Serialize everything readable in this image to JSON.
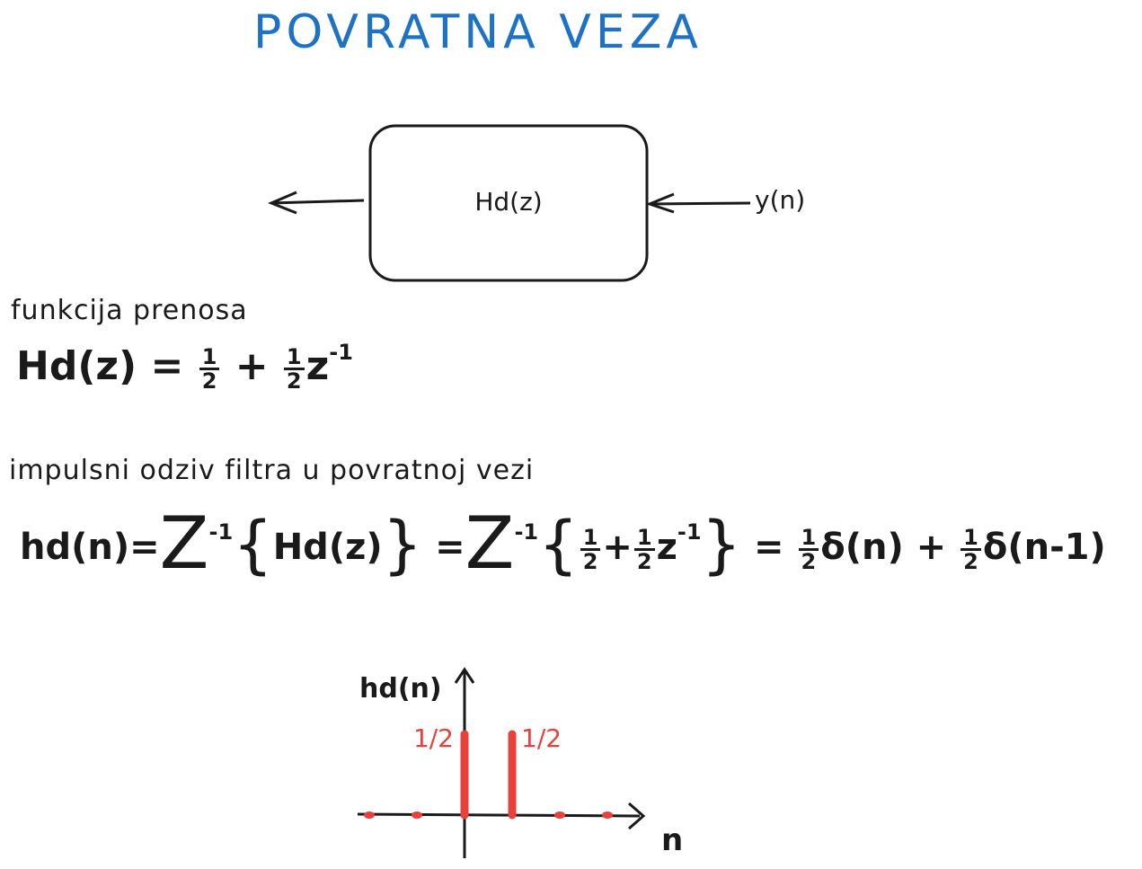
{
  "title": "POVRATNA VEZA",
  "block": {
    "label": "Hd(z)",
    "input_label": "y(n)"
  },
  "transfer": {
    "caption": "funkcija prenosa",
    "lhs": "Hd(z)",
    "eq": "=",
    "half_num": "1",
    "half_den": "2",
    "plus": "+",
    "z": "z",
    "zexp": "-1"
  },
  "impulse": {
    "caption": "impulsni odziv filtra u povratnoj vezi",
    "lhs": "hd(n)",
    "eq": "=",
    "op": "Z",
    "op_exp": "-1",
    "brace_open": "{",
    "brace_close": "}",
    "inner1": "Hd(z)",
    "half_num": "1",
    "half_den": "2",
    "plus": "+",
    "z": "z",
    "zexp": "-1",
    "delta": "δ",
    "t1_arg": "(n)",
    "t2_arg": "(n-1)"
  },
  "chart_data": {
    "type": "stem",
    "ylabel": "hd(n)",
    "xlabel": "n",
    "stems": [
      {
        "n": -2,
        "value": 0
      },
      {
        "n": -1,
        "value": 0
      },
      {
        "n": 0,
        "value": 0.5,
        "label": "1/2"
      },
      {
        "n": 1,
        "value": 0.5,
        "label": "1/2"
      },
      {
        "n": 2,
        "value": 0
      },
      {
        "n": 3,
        "value": 0
      }
    ]
  },
  "colors": {
    "title": "#1e72c4",
    "stem": "#e8403a",
    "ink": "#1a1a1a"
  }
}
